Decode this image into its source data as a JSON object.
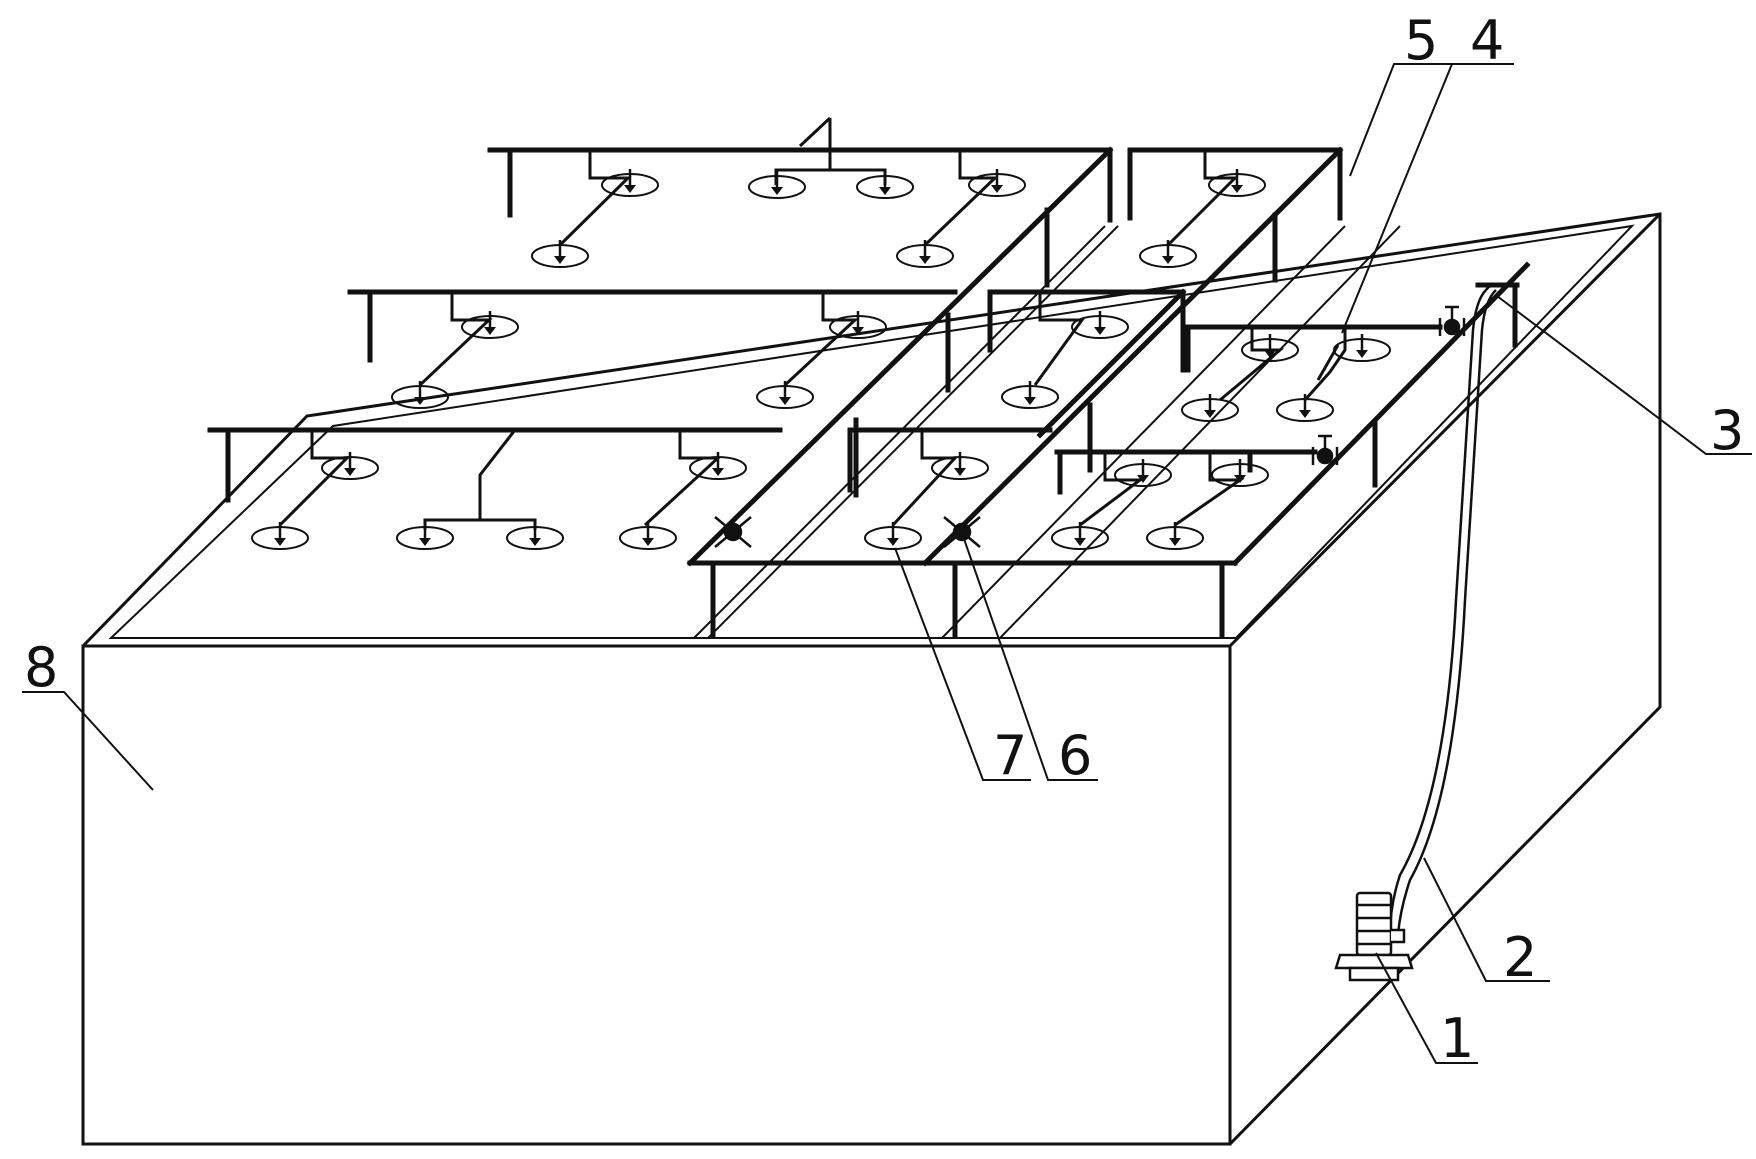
{
  "figure": {
    "labels": [
      {
        "key": "pump",
        "text": "1"
      },
      {
        "key": "hose",
        "text": "2"
      },
      {
        "key": "riser",
        "text": "3"
      },
      {
        "key": "branch",
        "text": "4"
      },
      {
        "key": "frame",
        "text": "5"
      },
      {
        "key": "valve",
        "text": "6"
      },
      {
        "key": "nozzle",
        "text": "7"
      },
      {
        "key": "tank",
        "text": "8"
      }
    ]
  },
  "colors": {
    "line": "#111111",
    "background": "#ffffff"
  }
}
